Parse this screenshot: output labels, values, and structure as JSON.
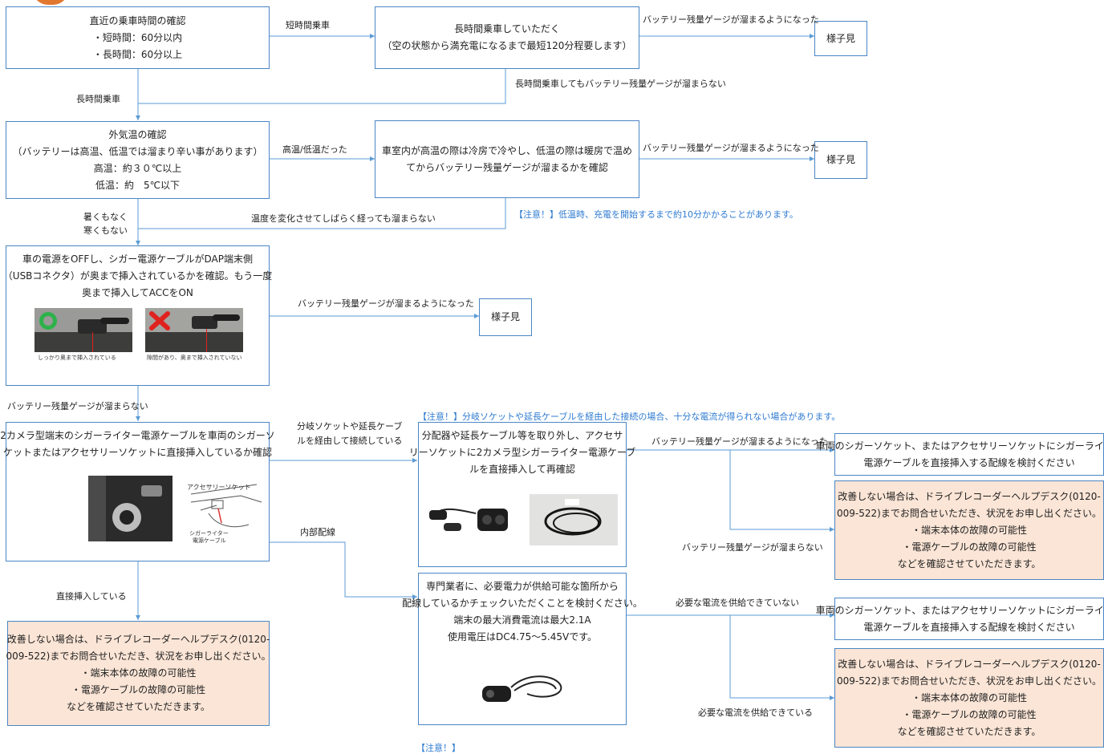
{
  "boxes": {
    "ride_time": [
      "直近の乗車時間の確認",
      "・短時間：60分以内",
      "・長時間：60分以上"
    ],
    "long_ride": [
      "長時間乗車していただく",
      "（空の状態から満充電になるまで最短120分程要します）"
    ],
    "watch1": [
      "様子見"
    ],
    "temp": [
      "外気温の確認",
      "（バッテリーは高温、低温では溜まり辛い事があります）",
      "高温：約３０℃以上",
      "低温：約　5℃以下"
    ],
    "aircon": [
      "車室内が高温の際は冷房で冷やし、低温の際は暖房で温め",
      "てからバッテリー残量ゲージが溜まるかを確認"
    ],
    "watch2": [
      "様子見"
    ],
    "power_off": [
      "車の電源をOFFし、シガー電源ケーブルがDAP端末側",
      "（USBコネクタ）が奥まで挿入されているかを確認。もう一度",
      "奥まで挿入してACCをON"
    ],
    "watch3": [
      "様子見"
    ],
    "direct": [
      "2カメラ型端末のシガーライター電源ケーブルを車両のシガーソ",
      "ケットまたはアクセサリーソケットに直接挿入しているか確認"
    ],
    "remove_splitter": [
      "分配器や延長ケーブル等を取り外し、アクセサ",
      "リーソケットに2カメラ型シガーライター電源ケーブ",
      "ルを直接挿入して再確認"
    ],
    "consider_wiring1": [
      "車両のシガーソケット、またはアクセサリーソケットにシガーライター",
      "電源ケーブルを直接挿入する配線を検討ください"
    ],
    "helpdesk_right1": [
      "改善しない場合は、ドライブレコーダーヘルプデスク(0120-",
      "009-522)までお問合せいただき、状況をお申し出ください。",
      "・端末本体の故障の可能性",
      "・電源ケーブルの故障の可能性",
      "などを確認させていただきます。"
    ],
    "contractor": [
      "専門業者に、必要電力が供給可能な箇所から",
      "配線しているかチェックいただくことを検討ください。",
      "端末の最大消費電流は最大2.1A",
      "使用電圧はDC4.75～5.45Vです。"
    ],
    "consider_wiring2": [
      "車両のシガーソケット、またはアクセサリーソケットにシガーライター",
      "電源ケーブルを直接挿入する配線を検討ください"
    ],
    "helpdesk_right2": [
      "改善しない場合は、ドライブレコーダーヘルプデスク(0120-",
      "009-522)までお問合せいただき、状況をお申し出ください。",
      "・端末本体の故障の可能性",
      "・電源ケーブルの故障の可能性",
      "などを確認させていただきます。"
    ],
    "helpdesk_left": [
      "改善しない場合は、ドライブレコーダーヘルプデスク(0120-",
      "009-522)までお問合せいただき、状況をお申し出ください。",
      "・端末本体の故障の可能性",
      "・電源ケーブルの故障の可能性",
      "などを確認させていただきます。"
    ]
  },
  "labels": {
    "short_ride": "短時間乗車",
    "gauge_ok_1": "バッテリー残量ゲージが溜まるようになった",
    "long_no_fill": "長時間乗車してもバッテリー残量ゲージが溜まらない",
    "long_ride": "長時間乗車",
    "hot_cold": "高温/低温だった",
    "gauge_ok_2": "バッテリー残量ゲージが溜まるようになった",
    "not_hot_1": "暑くもなく",
    "not_hot_2": "寒くもない",
    "temp_change": "温度を変化させてしばらく経っても溜まらない",
    "gauge_ok_3": "バッテリー残量ゲージが溜まるようになった",
    "gauge_no_1": "バッテリー残量ゲージが溜まらない",
    "splitter_1": "分岐ソケットや延長ケーブ",
    "splitter_2": "ルを経由して接続している",
    "internal": "内部配線",
    "direct_in": "直接挿入している",
    "gauge_ok_4": "バッテリー残量ゲージが溜まるようになった",
    "gauge_no_2": "バッテリー残量ゲージが溜まらない",
    "no_current": "必要な電流を供給できていない",
    "has_current": "必要な電流を供給できている"
  },
  "notes": {
    "cold_note": "【注意！】低温時、充電を開始するまで約10分かかることがあります。",
    "splitter_note": "【注意！】分岐ソケットや延長ケーブルを経由した接続の場合、十分な電流が得られない場合があります。",
    "bottom_note": "【注意！】"
  },
  "captions": {
    "good": "しっかり奥まで挿入されている",
    "bad": "隙間があり、奥まで挿入されていない",
    "socket_label": "アクセサリーソケット",
    "cable_label_1": "シガーライター",
    "cable_label_2": "電源ケーブル"
  },
  "colors": {
    "box_border": "#4a86c5",
    "connector": "#5b9bd5",
    "warn_fill": "#fbe5d6",
    "note_text": "#2f7bd0",
    "ok_mark": "#2db24a",
    "ng_mark": "#e0221f"
  }
}
